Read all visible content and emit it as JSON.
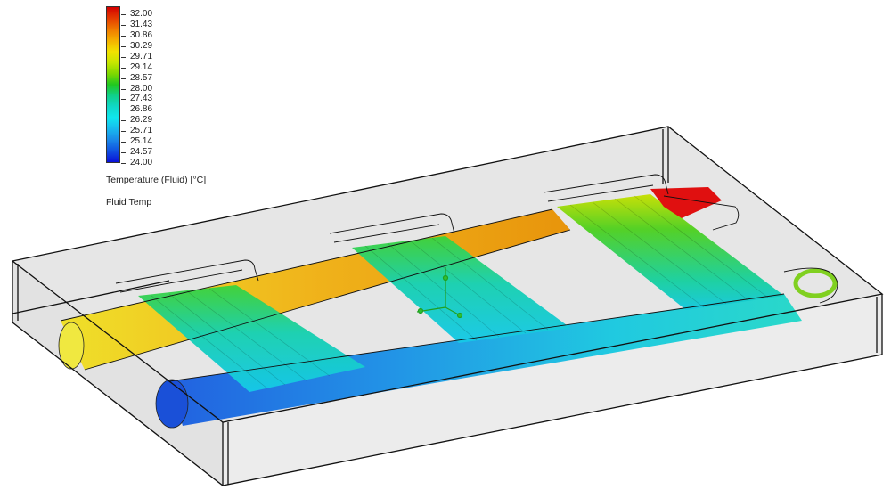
{
  "legend": {
    "title": "Temperature (Fluid) [°C]",
    "subtitle": "Fluid Temp",
    "min": 24.0,
    "max": 32.0,
    "ticks": [
      "32.00",
      "31.43",
      "30.86",
      "30.29",
      "29.71",
      "29.14",
      "28.57",
      "28.00",
      "27.43",
      "26.86",
      "26.29",
      "25.71",
      "25.14",
      "24.57",
      "24.00"
    ],
    "colormap": [
      "#d40000",
      "#e53a00",
      "#f07a00",
      "#f5b000",
      "#f2e200",
      "#c8e600",
      "#7fd800",
      "#20c820",
      "#10d08a",
      "#10d8c8",
      "#10e6ee",
      "#18b8ee",
      "#1a88e8",
      "#1050e0",
      "#0a10d8"
    ]
  },
  "scene": {
    "description": "Flow trajectories colored by fluid temperature through cold plate with three transverse channels",
    "box_face_color": "#e6e6e6",
    "edge_color": "#111111",
    "inlet_color": "#1a5fdc",
    "outlet_color": "#e01010",
    "top_manifold_color": "#e8b400",
    "bottom_manifold_color": "#20b8e0"
  }
}
